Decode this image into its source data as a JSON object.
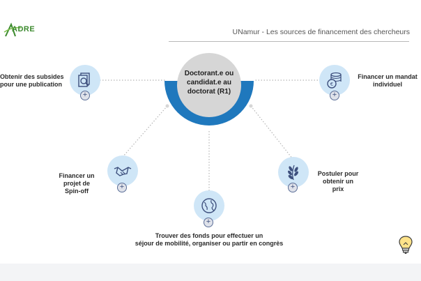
{
  "header": {
    "logo_text": "ADRE",
    "title": "UNamur - Les sources de financement des chercheurs"
  },
  "center": {
    "line1": "Doctorant.e ou",
    "line2": "candidat.e au",
    "line3": "doctorat (R1)"
  },
  "nodes": [
    {
      "label_line1": "Obtenir des subsides",
      "label_line2": "pour une publication",
      "icon": "publication-icon",
      "plus": "+"
    },
    {
      "label_line1": "Financer un mandat",
      "label_line2": "individuel",
      "icon": "coins-icon",
      "plus": "+"
    },
    {
      "label_line1": "Financer un",
      "label_line2": "projet de",
      "label_line3": "Spin-off",
      "icon": "handshake-icon",
      "plus": "+"
    },
    {
      "label_line1": "Postuler pour",
      "label_line2": "obtenir un",
      "label_line3": "prix",
      "icon": "laurel-icon",
      "plus": "+"
    },
    {
      "label_line1": "Trouver des fonds pour effectuer un",
      "label_line2": "séjour de mobilité, organiser ou partir en congrès",
      "icon": "globe-icon",
      "plus": "+"
    }
  ],
  "colors": {
    "accent_blue": "#1f78bd",
    "center_gray": "#d6d6d6",
    "node_bg": "#cfe6f7",
    "icon_stroke": "#3d4f7d"
  }
}
